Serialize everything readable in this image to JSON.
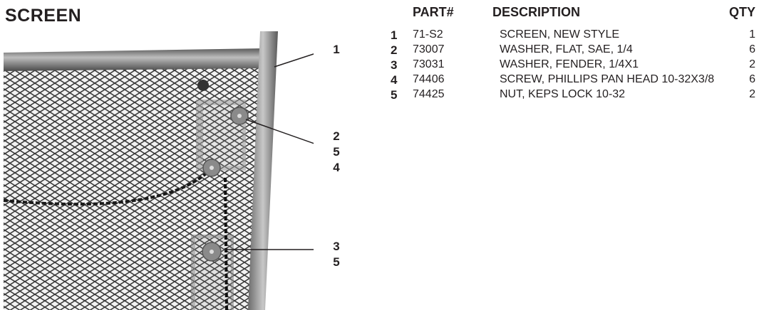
{
  "title": "SCREEN",
  "table": {
    "headers": {
      "part": "PART#",
      "description": "DESCRIPTION",
      "qty": "QTY"
    },
    "rows": [
      {
        "idx": "1",
        "part": "71-S2",
        "description": "SCREEN, NEW STYLE",
        "qty": "1"
      },
      {
        "idx": "2",
        "part": "73007",
        "description": "WASHER, FLAT, SAE, 1/4",
        "qty": "6"
      },
      {
        "idx": "3",
        "part": "73031",
        "description": "WASHER, FENDER, 1/4X1",
        "qty": "2"
      },
      {
        "idx": "4",
        "part": "74406",
        "description": "SCREW, PHILLIPS PAN HEAD 10-32X3/8",
        "qty": "6"
      },
      {
        "idx": "5",
        "part": "74425",
        "description": "NUT, KEPS LOCK 10-32",
        "qty": "2"
      }
    ]
  },
  "callouts": {
    "a": [
      "1"
    ],
    "b": [
      "2",
      "5",
      "4"
    ],
    "c": [
      "3",
      "5"
    ]
  }
}
